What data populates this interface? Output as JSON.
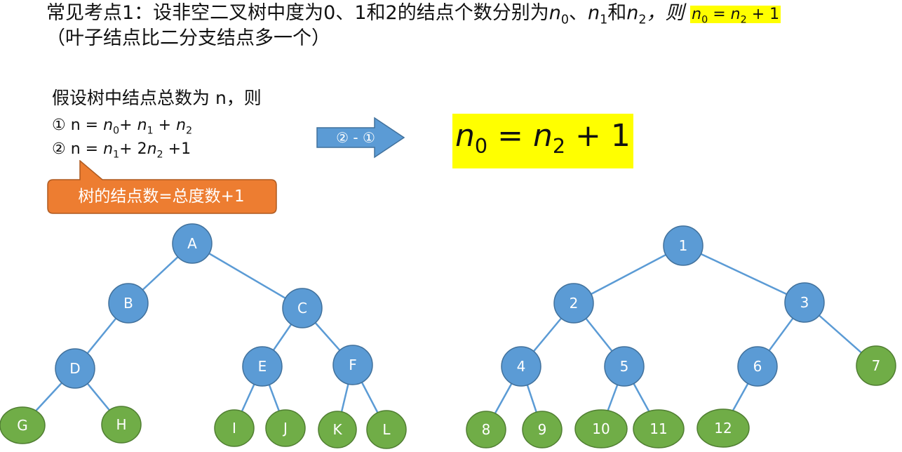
{
  "header": {
    "line1_prefix": "常见考点1：设非空二叉树中度为0、1和2的结点个数分别为",
    "n0": "n",
    "n0_sub": "0",
    "sep1": "、",
    "n1": "n",
    "n1_sub": "1",
    "and": "和",
    "n2": "n",
    "n2_sub": "2",
    "then": "，则",
    "formula_lhs": "n",
    "formula_lhs_sub": "0",
    "formula_eq": " = ",
    "formula_n": "n",
    "formula_n_sub": "2",
    "formula_tail": " + 1",
    "line2": "（叶子结点比二分支结点多一个）"
  },
  "derivation": {
    "assume": "假设树中结点总数为 n，则",
    "eq1": {
      "num": "①",
      "lead": " n = ",
      "a": "n",
      "a_sub": "0",
      "plus1": "+ ",
      "b": "n",
      "b_sub": "1",
      "plus2": " + ",
      "c": "n",
      "c_sub": "2"
    },
    "eq2": {
      "num": "②",
      "lead": " n = ",
      "a": "n",
      "a_sub": "1",
      "plus1": "+ 2",
      "b": "n",
      "b_sub": "2",
      "tail": " +1"
    },
    "arrow_label": "② - ①",
    "result": {
      "a": "n",
      "a_sub": "0",
      "eq": " = ",
      "b": "n",
      "b_sub": "2",
      "tail": " + 1"
    },
    "callout": "树的结点数=总度数+1"
  },
  "colors": {
    "internal": "#5b9bd5",
    "internal_stroke": "#41719c",
    "leaf": "#70ad47",
    "leaf_stroke": "#507e32",
    "callout": "#ed7d31",
    "highlight": "#ffff00"
  },
  "tree_left": {
    "nodes": [
      {
        "id": "A",
        "type": "internal"
      },
      {
        "id": "B",
        "type": "internal"
      },
      {
        "id": "C",
        "type": "internal"
      },
      {
        "id": "D",
        "type": "internal"
      },
      {
        "id": "E",
        "type": "internal"
      },
      {
        "id": "F",
        "type": "internal"
      },
      {
        "id": "G",
        "type": "leaf"
      },
      {
        "id": "H",
        "type": "leaf"
      },
      {
        "id": "I",
        "type": "leaf"
      },
      {
        "id": "J",
        "type": "leaf"
      },
      {
        "id": "K",
        "type": "leaf"
      },
      {
        "id": "L",
        "type": "leaf"
      }
    ],
    "edges": [
      [
        "A",
        "B"
      ],
      [
        "A",
        "C"
      ],
      [
        "B",
        "D"
      ],
      [
        "C",
        "E"
      ],
      [
        "C",
        "F"
      ],
      [
        "D",
        "G"
      ],
      [
        "D",
        "H"
      ],
      [
        "E",
        "I"
      ],
      [
        "E",
        "J"
      ],
      [
        "F",
        "K"
      ],
      [
        "F",
        "L"
      ]
    ]
  },
  "tree_right": {
    "nodes": [
      {
        "id": "1",
        "type": "internal"
      },
      {
        "id": "2",
        "type": "internal"
      },
      {
        "id": "3",
        "type": "internal"
      },
      {
        "id": "4",
        "type": "internal"
      },
      {
        "id": "5",
        "type": "internal"
      },
      {
        "id": "6",
        "type": "internal"
      },
      {
        "id": "7",
        "type": "leaf"
      },
      {
        "id": "8",
        "type": "leaf"
      },
      {
        "id": "9",
        "type": "leaf"
      },
      {
        "id": "10",
        "type": "leaf"
      },
      {
        "id": "11",
        "type": "leaf"
      },
      {
        "id": "12",
        "type": "leaf"
      }
    ],
    "edges": [
      [
        "1",
        "2"
      ],
      [
        "1",
        "3"
      ],
      [
        "2",
        "4"
      ],
      [
        "2",
        "5"
      ],
      [
        "3",
        "6"
      ],
      [
        "3",
        "7"
      ],
      [
        "4",
        "8"
      ],
      [
        "4",
        "9"
      ],
      [
        "5",
        "10"
      ],
      [
        "5",
        "11"
      ],
      [
        "6",
        "12"
      ]
    ]
  }
}
